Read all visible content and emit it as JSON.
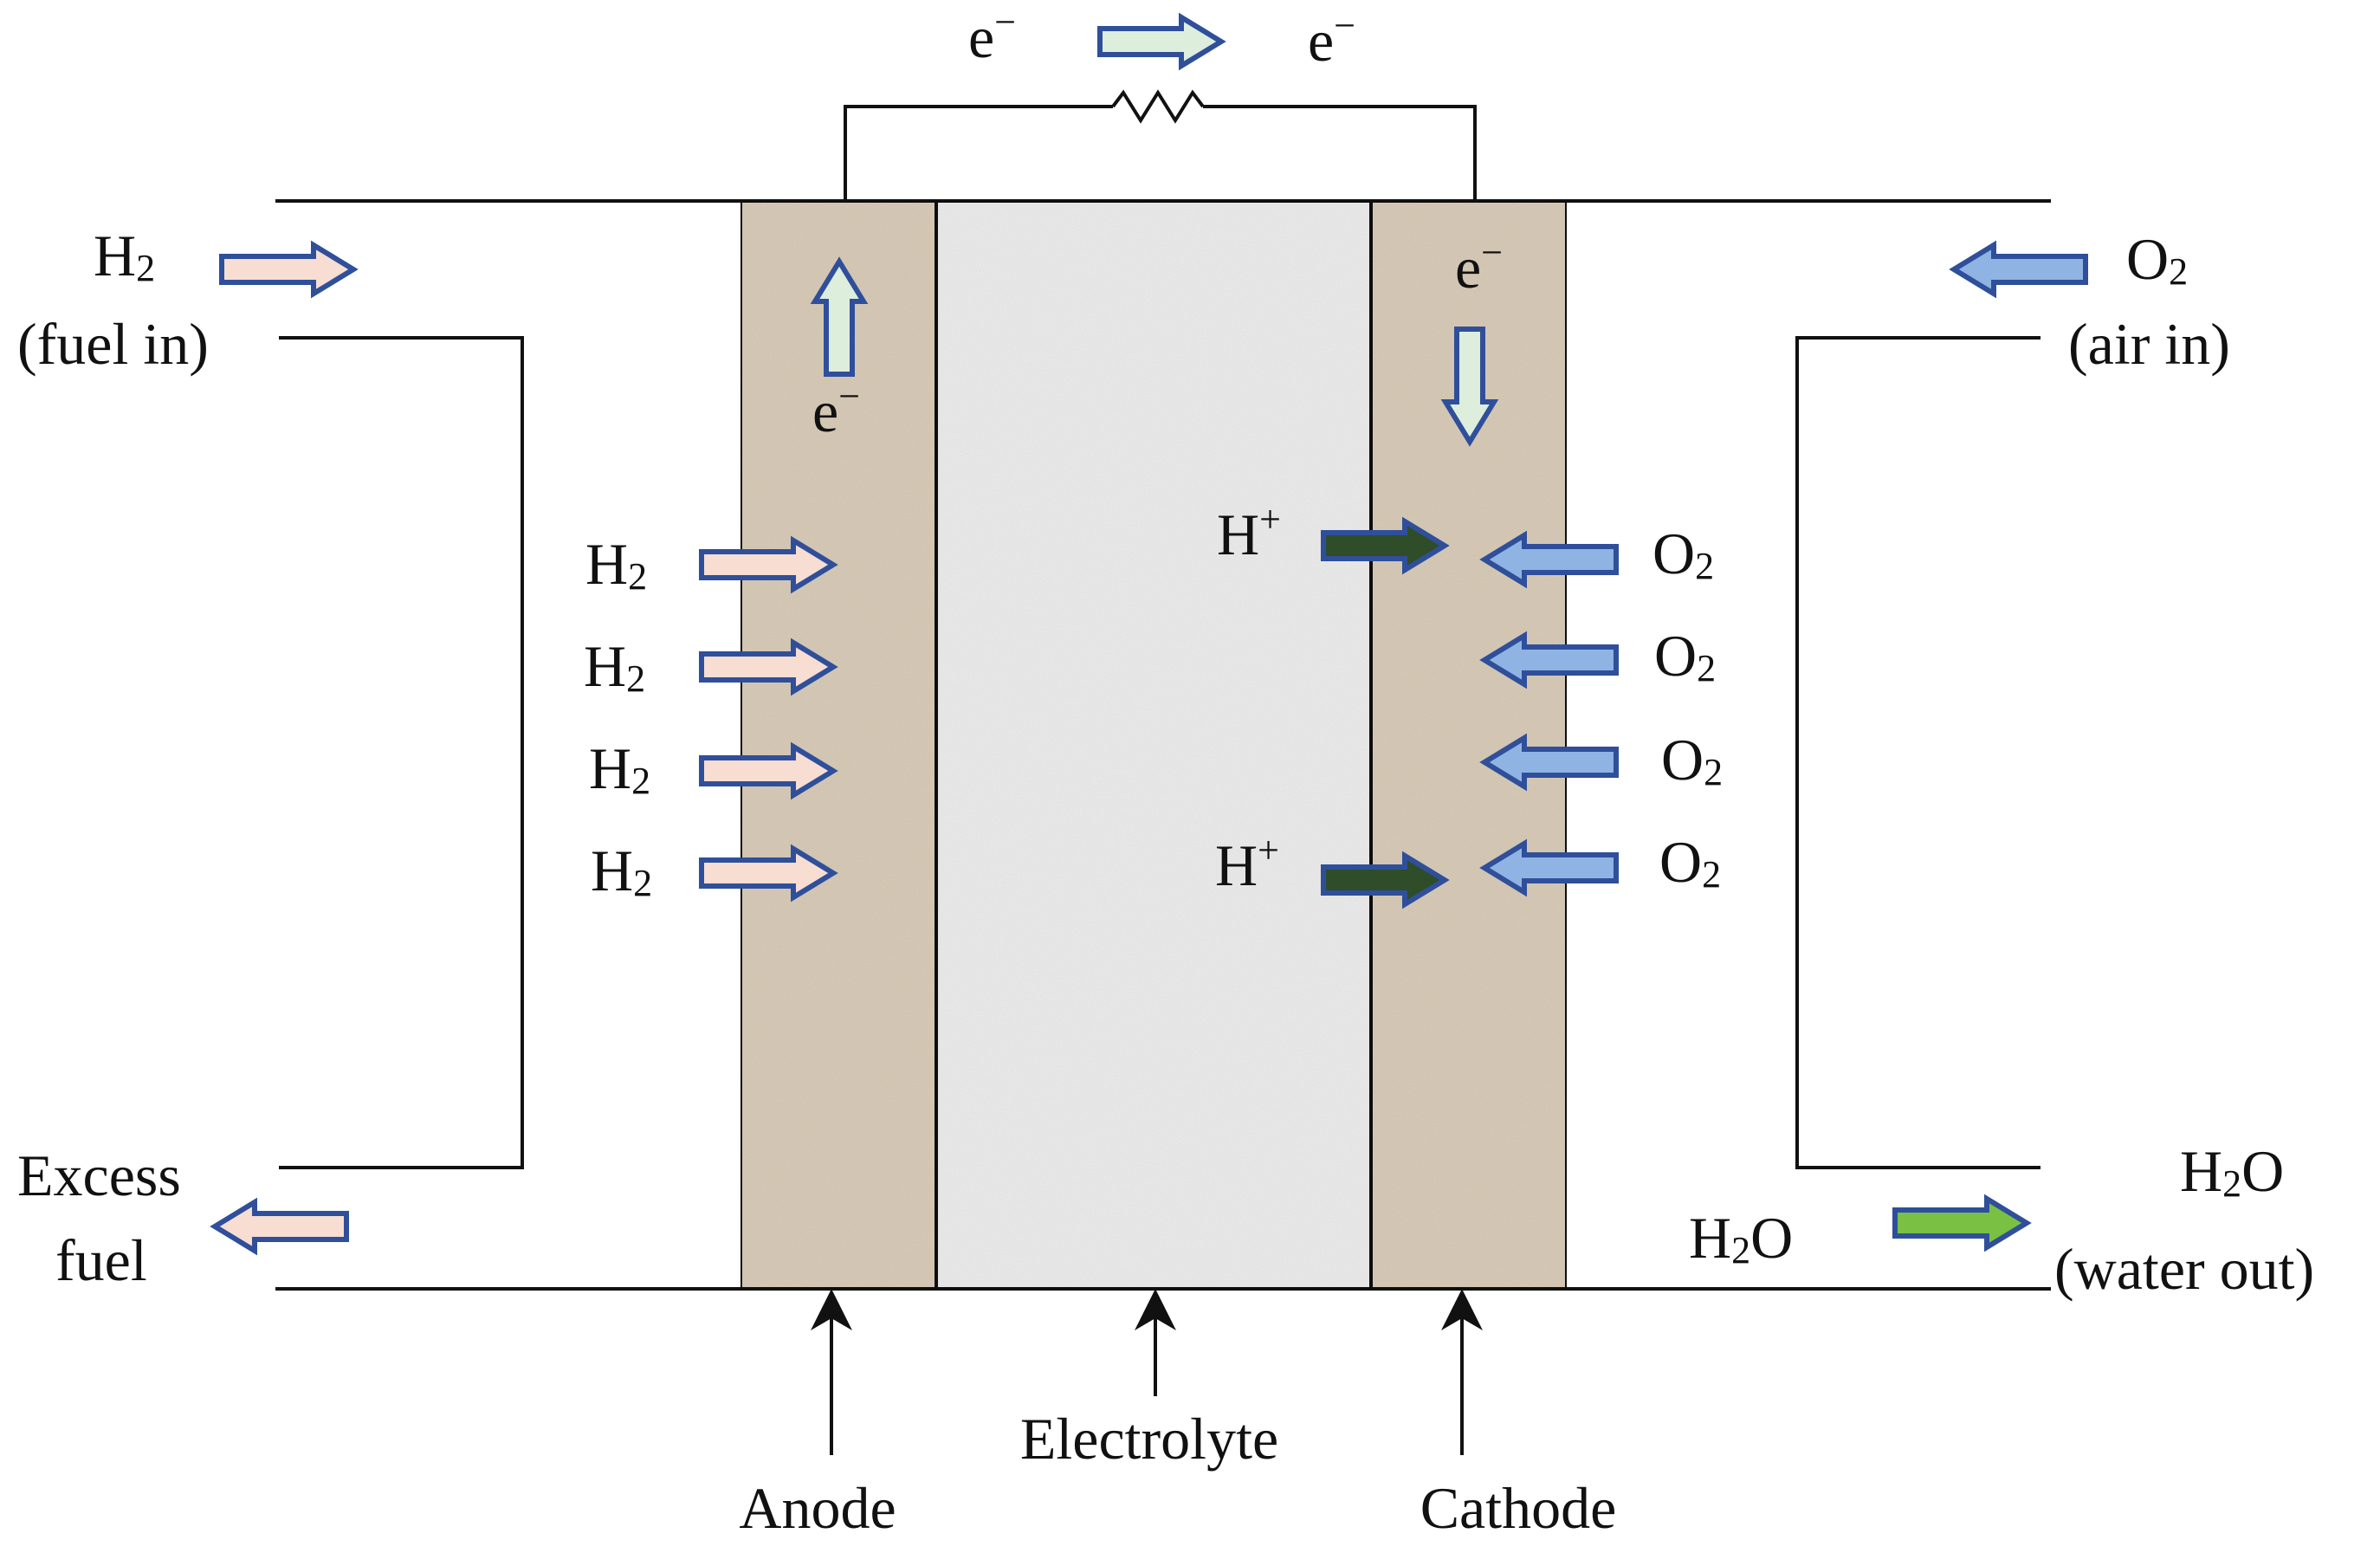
{
  "colors": {
    "anode_fill": "#d8cbb8",
    "cathode_fill": "#d8cbb8",
    "electrolyte_fill": "#ececec",
    "arrow_outline": "#2f4f9b",
    "h2_arrow_fill": "#f7ddd2",
    "o2_arrow_fill": "#8fb4e3",
    "electron_arrow_fill": "#ddeedd",
    "proton_arrow_fill": "#2e4d28",
    "water_arrow_fill": "#7ac143",
    "line": "#111111"
  },
  "circuit": {
    "electron_left": "e",
    "electron_right": "e",
    "electron_sign": "−",
    "resistor_icon": "resistor-zigzag"
  },
  "inlet_left": {
    "formula": "H",
    "subscript": "2",
    "label": "(fuel in)"
  },
  "outlet_left": {
    "line1": "Excess",
    "line2": "fuel"
  },
  "inlet_right": {
    "formula": "O",
    "subscript": "2",
    "label": "(air in)"
  },
  "outlet_right": {
    "formula_a": "H",
    "subscript": "2",
    "formula_b": "O",
    "label": "(water out)"
  },
  "water_product": {
    "formula_a": "H",
    "subscript": "2",
    "formula_b": "O"
  },
  "anode_side": {
    "electron": "e",
    "electron_sign": "−",
    "h2_inputs": [
      {
        "formula": "H",
        "subscript": "2"
      },
      {
        "formula": "H",
        "subscript": "2"
      },
      {
        "formula": "H",
        "subscript": "2"
      },
      {
        "formula": "H",
        "subscript": "2"
      }
    ]
  },
  "cathode_side": {
    "electron": "e",
    "electron_sign": "−",
    "protons": [
      {
        "formula": "H",
        "charge": "+"
      },
      {
        "formula": "H",
        "charge": "+"
      }
    ],
    "o2_inputs": [
      {
        "formula": "O",
        "subscript": "2"
      },
      {
        "formula": "O",
        "subscript": "2"
      },
      {
        "formula": "O",
        "subscript": "2"
      },
      {
        "formula": "O",
        "subscript": "2"
      }
    ]
  },
  "component_labels": {
    "anode": "Anode",
    "electrolyte": "Electrolyte",
    "cathode": "Cathode"
  }
}
